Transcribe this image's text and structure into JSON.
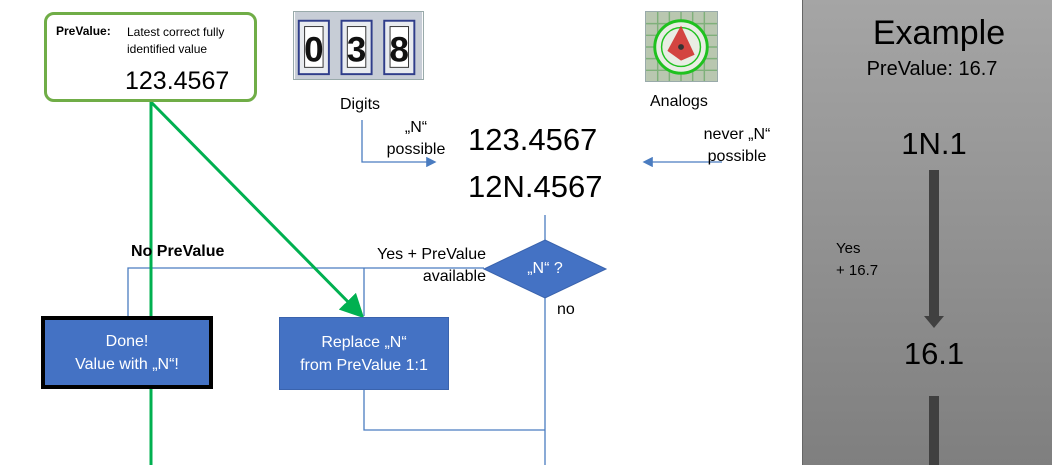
{
  "prevalue_box": {
    "label": "PreValue:",
    "description_line1": "Latest correct fully",
    "description_line2": "identified value",
    "value": "123.4567"
  },
  "digits": {
    "digit_1": "0",
    "digit_2": "3",
    "digit_3": "8",
    "caption": "Digits",
    "note_line1": "„N“",
    "note_line2": "possible"
  },
  "analogs": {
    "caption": "Analogs",
    "note_line1": "never „N“",
    "note_line2": "possible"
  },
  "readings": {
    "value_1": "123.4567",
    "value_2": "12N.4567"
  },
  "decision": {
    "label": "„N“ ?",
    "yes_line1": "Yes + PreValue",
    "yes_line2": "available",
    "no": "no",
    "no_prevalue": "No PreValue"
  },
  "done_box": {
    "line1": "Done!",
    "line2": "Value with „N“!"
  },
  "replace_box": {
    "line1": "Replace „N“",
    "line2": "from PreValue 1:1"
  },
  "example": {
    "title": "Example",
    "prevalue": "PreValue: 16.7",
    "input": "1N.1",
    "yes": "Yes",
    "plus": "+ 16.7",
    "result": "16.1"
  },
  "colors": {
    "green": "#00b050",
    "box_blue": "#4472c4",
    "line_blue": "#4a7cc0",
    "prevalue_border": "#70ad47"
  }
}
